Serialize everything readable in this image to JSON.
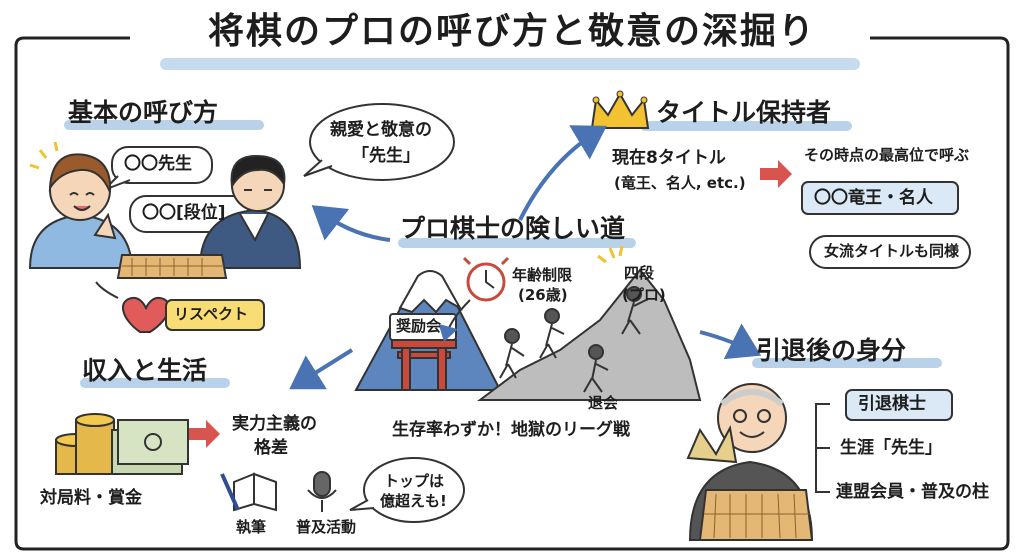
{
  "title": "将棋のプロの呼び方と敬意の深掘り",
  "basic": {
    "heading": "基本の呼び方",
    "bubble_sensei": "〇〇先生",
    "bubble_dan": "〇〇[段位]",
    "respect": "リスペクト"
  },
  "affection": {
    "line1": "親愛と敬意の",
    "line2": "「先生」"
  },
  "path": {
    "heading": "プロ棋士の険しい道",
    "age_limit": "年齢制限",
    "age_value": "(26歳)",
    "yondan": "四段",
    "pro": "(プロ)",
    "shoreikai": "奨励会",
    "taikai": "退会",
    "caption": "生存率わずか！地獄のリーグ戦"
  },
  "title_holder": {
    "heading": "タイトル保持者",
    "current_line1": "現在8タイトル",
    "current_line2": "(竜王、名人, etc.)",
    "call_by": "その時点の最高位で呼ぶ",
    "example": "〇〇竜王・名人",
    "women": "女流タイトルも同様"
  },
  "income": {
    "heading": "収入と生活",
    "fees": "対局料・賞金",
    "gap_line1": "実力主義の",
    "gap_line2": "格差",
    "writing": "執筆",
    "promo": "普及活動",
    "top_line1": "トップは",
    "top_line2": "億超えも!"
  },
  "retire": {
    "heading": "引退後の身分",
    "badge": "引退棋士",
    "lifetime": "生涯「先生」",
    "member": "連盟会員・普及の柱"
  },
  "colors": {
    "accent_blue": "#4a73b3",
    "underline_blue": "#b9d2ea",
    "arrow_red": "#d9534f",
    "crown_gold": "#f2c230"
  }
}
